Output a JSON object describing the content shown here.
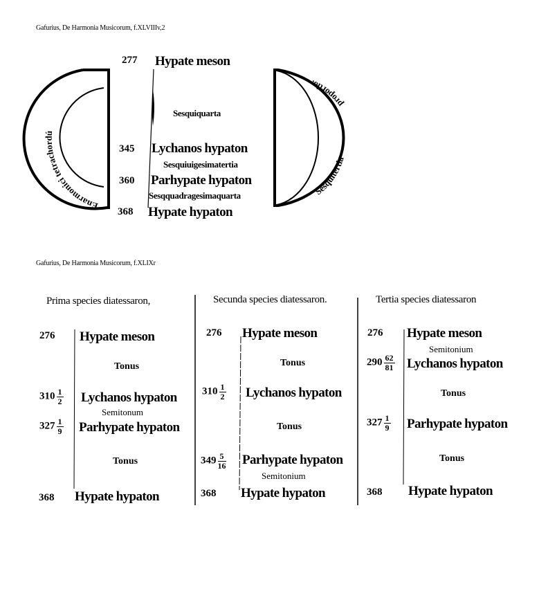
{
  "figure1": {
    "caption": "Gafurius, De Harmonia Musicorum, f.XLVIIIv,2",
    "notes": [
      {
        "number": "277",
        "name": "Hypate meson"
      },
      {
        "number": "345",
        "name": "Lychanos hypaton"
      },
      {
        "number": "360",
        "name": "Parhypate hypaton"
      },
      {
        "number": "368",
        "name": "Hypate hypaton"
      }
    ],
    "intervals": [
      "Sesquiquarta",
      "Sesquiuigesimatertia",
      "Sesqquadragesimaquarta"
    ],
    "left_arc_label": "Enarmonici tetrachordú",
    "right_arc_label_top": "proportio.",
    "right_arc_label_bottom": "Sesquitertia"
  },
  "figure2": {
    "caption": "Gafurius, De Harmonia Musicorum, f.XLIXr",
    "columns": [
      {
        "title": "Prima species diatessaron,",
        "notes": [
          {
            "number": "276",
            "name": "Hypate meson"
          },
          {
            "number": "310",
            "num": "1",
            "den": "2",
            "name": "Lychanos hypaton"
          },
          {
            "number": "327",
            "num": "1",
            "den": "9",
            "name": "Parhypate hypaton"
          },
          {
            "number": "368",
            "name": "Hypate hypaton"
          }
        ],
        "intervals": [
          "Tonus",
          "Semitonum",
          "Tonus"
        ]
      },
      {
        "title": "Secunda species diatessaron.",
        "notes": [
          {
            "number": "276",
            "name": "Hypate meson"
          },
          {
            "number": "310",
            "num": "1",
            "den": "2",
            "name": "Lychanos hypaton"
          },
          {
            "number": "349",
            "num": "5",
            "den": "16",
            "name": "Parhypate hypaton"
          },
          {
            "number": "368",
            "name": "Hypate hypaton"
          }
        ],
        "intervals": [
          "Tonus",
          "Tonus",
          "Semitonium"
        ]
      },
      {
        "title": "Tertia species diatessaron",
        "notes": [
          {
            "number": "276",
            "name": "Hypate meson"
          },
          {
            "number": "290",
            "num": "62",
            "den": "81",
            "name": "Lychanos hypaton"
          },
          {
            "number": "327",
            "num": "1",
            "den": "9",
            "name": "Parhypate hypaton"
          },
          {
            "number": "368",
            "name": "Hypate hypaton"
          }
        ],
        "intervals": [
          "Semitonium",
          "Tonus",
          "Tonus"
        ]
      }
    ]
  }
}
